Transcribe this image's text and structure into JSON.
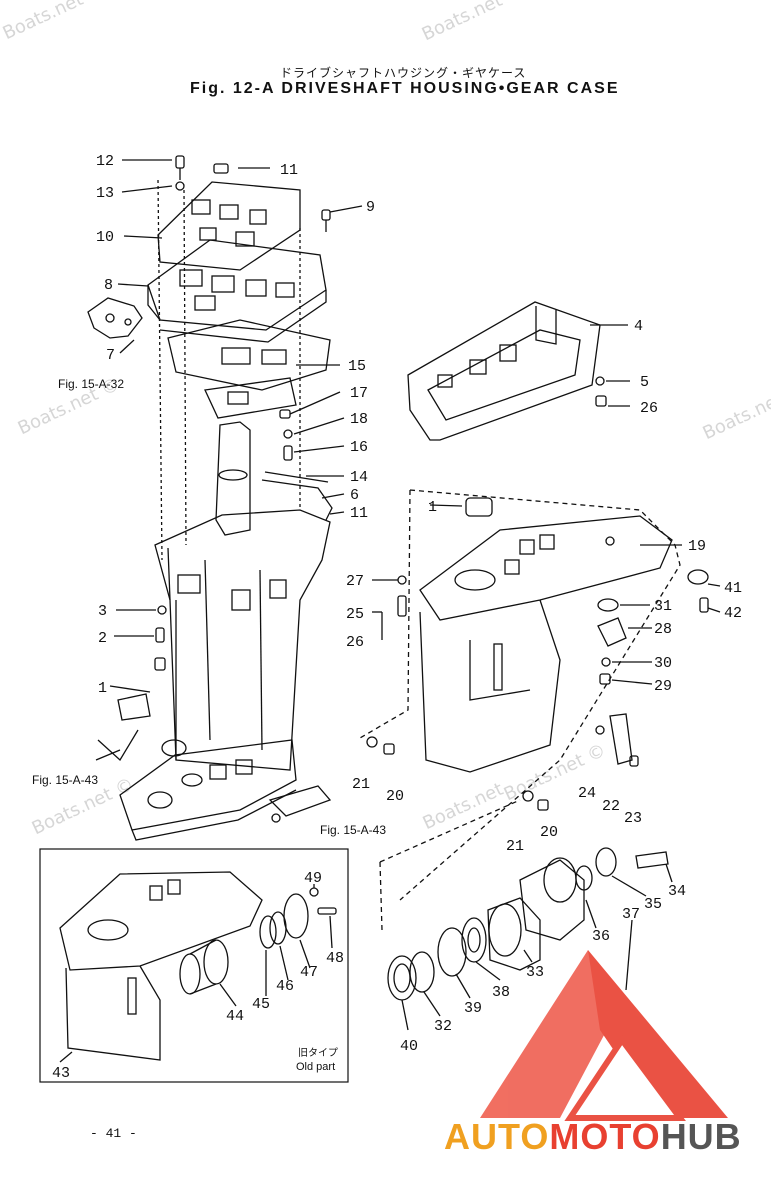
{
  "header": {
    "title_jp": "ドライブシャフトハウジング・ギヤケース",
    "title_en": "Fig. 12-A   DRIVESHAFT HOUSING•GEAR CASE"
  },
  "watermarks": [
    "Boats.net",
    "Boats.net ©",
    "Boats.net ©",
    "Boats.net ©",
    "Boats.net",
    "Boats.net",
    "Boats.net ©"
  ],
  "part_labels": [
    "1",
    "2",
    "3",
    "4",
    "5",
    "6",
    "7",
    "8",
    "9",
    "10",
    "11",
    "12",
    "13",
    "14",
    "15",
    "16",
    "17",
    "18",
    "19",
    "20",
    "21",
    "22",
    "23",
    "24",
    "25",
    "26",
    "27",
    "28",
    "29",
    "30",
    "31",
    "32",
    "33",
    "34",
    "35",
    "36",
    "37",
    "38",
    "39",
    "40",
    "41",
    "42",
    "43",
    "44",
    "45",
    "46",
    "47",
    "48",
    "49"
  ],
  "refs": {
    "fig_15_A_32": "Fig. 15-A-32",
    "fig_15_A_43_left": "Fig. 15-A-43",
    "fig_15_A_43_bottom": "Fig. 15-A-43"
  },
  "inset": {
    "jp_note": "旧タイプ",
    "old_part": "Old part"
  },
  "footer": {
    "page": "- 41 -",
    "brand": {
      "auto": "AUTO",
      "moto": "MOTO",
      "hub": "HUB"
    }
  },
  "colors": {
    "line": "#111111",
    "watermark": "#d6d6d6",
    "logo_red": "#e84030",
    "logo_orange": "#f0a020",
    "logo_gray": "#555555"
  }
}
